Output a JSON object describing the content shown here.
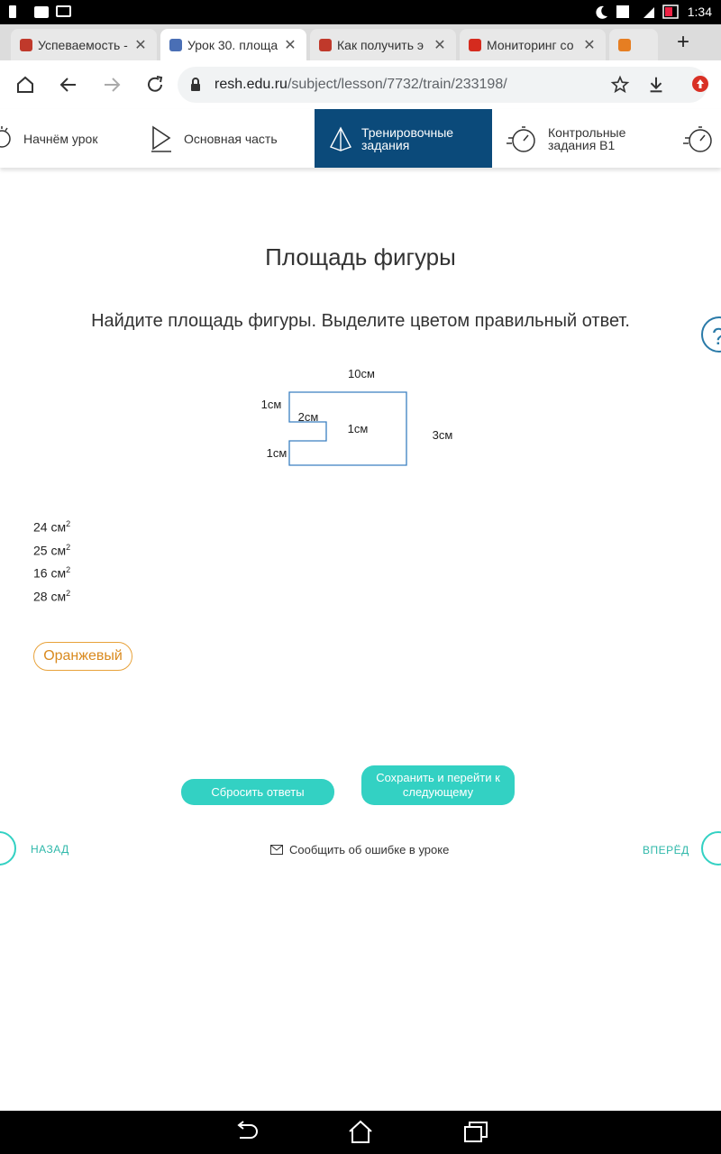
{
  "status": {
    "time": "1:34"
  },
  "tabs": [
    {
      "title": "Успеваемость -",
      "favicon_color": "#c0392b"
    },
    {
      "title": "Урок 30. площа",
      "favicon_color": "#4a6fb5"
    },
    {
      "title": "Как получить э",
      "favicon_color": "#c0392b"
    },
    {
      "title": "Мониторинг со",
      "favicon_color": "#d52b1e"
    },
    {
      "title": "",
      "favicon_color": "#e67e22"
    }
  ],
  "address": {
    "domain": "resh.edu.ru",
    "path": "/subject/lesson/7732/train/233198/"
  },
  "lesson_nav": [
    {
      "label": "Начнём урок"
    },
    {
      "label": "Основная часть"
    },
    {
      "label": "Тренировочные задания"
    },
    {
      "label": "Контрольные задания В1"
    }
  ],
  "page": {
    "title": "Площадь фигуры",
    "question": "Найдите площадь фигуры. Выделите цветом правильный ответ."
  },
  "figure": {
    "label_top": "10см",
    "label_left_top": "1см",
    "label_notch_width": "2см",
    "label_center": "1см",
    "label_left_bottom": "1см",
    "label_right": "3см"
  },
  "answers": [
    {
      "text": "24 см",
      "sup": "2"
    },
    {
      "text": "25 см",
      "sup": "2"
    },
    {
      "text": "16 см",
      "sup": "2"
    },
    {
      "text": "28 см",
      "sup": "2"
    }
  ],
  "color_option": "Оранжевый",
  "buttons": {
    "reset": "Сбросить ответы",
    "save_next": "Сохранить и перейти к следующему"
  },
  "pager": {
    "back": "НАЗАД",
    "forward": "ВПЕРЁД"
  },
  "report": "Сообщить об ошибке в уроке",
  "colors": {
    "accent": "#33d1c3",
    "nav_active": "#0b4a7a",
    "chip": "#e8a23a"
  }
}
